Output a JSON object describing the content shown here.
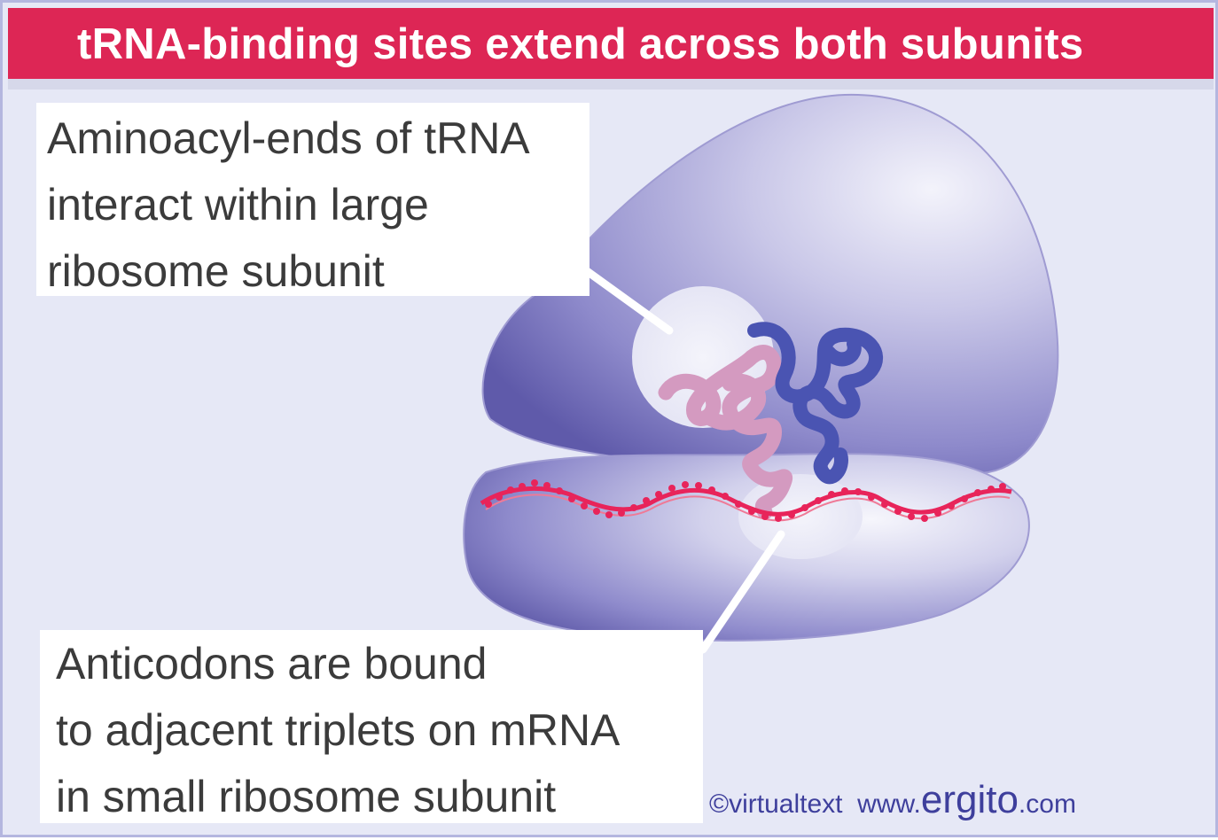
{
  "title": "tRNA-binding sites extend across both subunits",
  "labels": {
    "large_subunit_callout": [
      "Aminoacyl-ends of tRNA",
      "interact within large",
      "ribosome subunit"
    ],
    "small_subunit_callout": [
      "Anticodons are bound",
      "to adjacent triplets on mRNA",
      "in small ribosome subunit"
    ]
  },
  "credit": {
    "copyright": "©virtualtext",
    "url_prefix": "www.",
    "brand": "ergito",
    "url_suffix": ".com"
  },
  "colors": {
    "title_bar": "#dd2655",
    "background": "#e6e8f6",
    "ribosome": "#7a76bf",
    "trna_pink": "#d49ac0",
    "trna_blue": "#4a54b2",
    "mrna": "#e8245a",
    "credit_text": "#3e3f9c"
  }
}
